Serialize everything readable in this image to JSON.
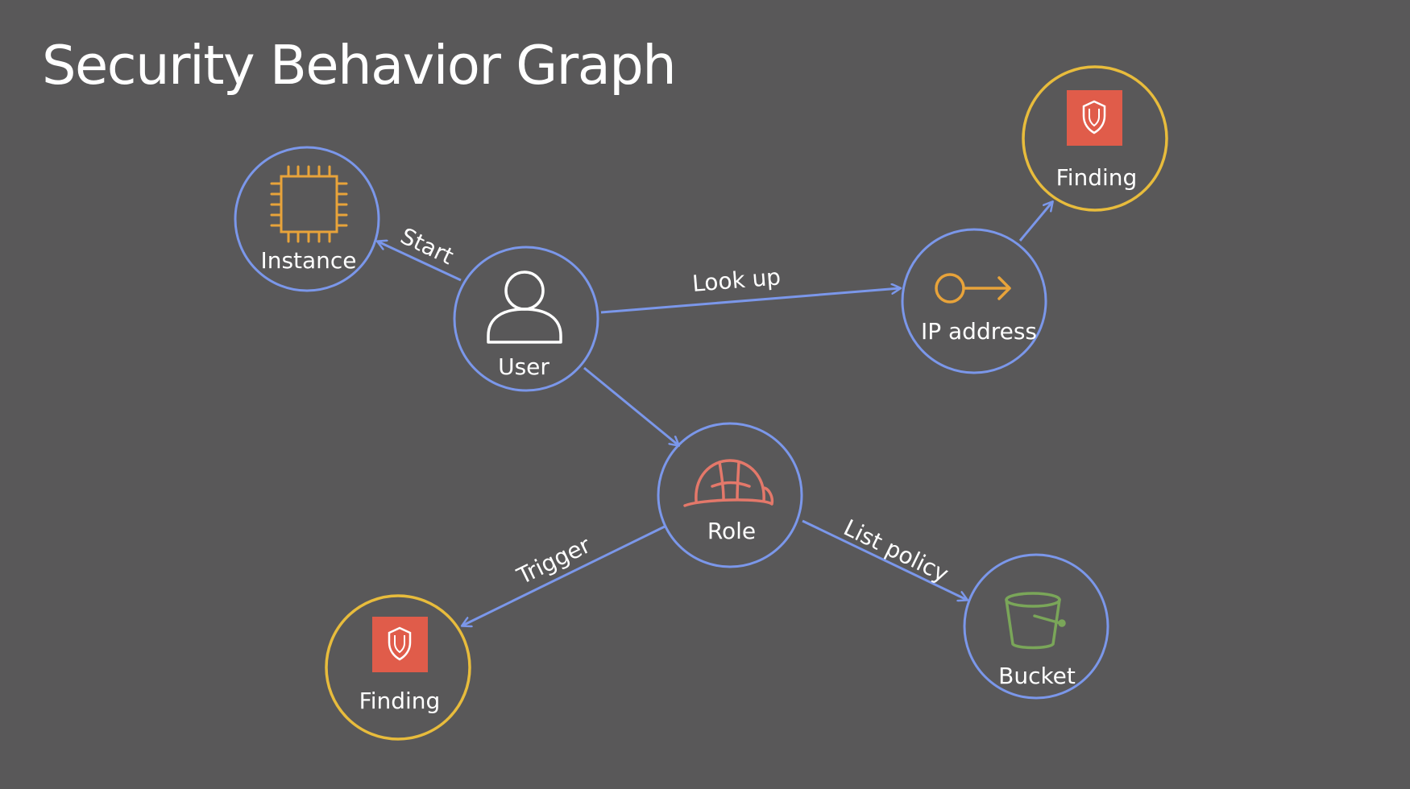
{
  "title": "Security Behavior Graph",
  "colors": {
    "background": "#595859",
    "entity_ring": "#7b97ea",
    "finding_ring": "#e8bc3c",
    "edge": "#7b97ea",
    "instance_icon": "#e8a33a",
    "key_icon": "#e8a33a",
    "finding_icon": "#e05c4a",
    "role_icon": "#e4786a",
    "bucket_icon": "#7aa659",
    "user_icon": "#ffffff"
  },
  "nodes": {
    "instance": {
      "label": "Instance",
      "icon": "chip-icon"
    },
    "user": {
      "label": "User",
      "icon": "user-icon"
    },
    "ip": {
      "label": "IP address",
      "icon": "key-icon"
    },
    "finding_top": {
      "label": "Finding",
      "icon": "shield-icon"
    },
    "role": {
      "label": "Role",
      "icon": "hardhat-icon"
    },
    "finding_bottom": {
      "label": "Finding",
      "icon": "shield-icon"
    },
    "bucket": {
      "label": "Bucket",
      "icon": "bucket-icon"
    }
  },
  "edges": {
    "start": {
      "label": "Start",
      "from": "user",
      "to": "instance"
    },
    "lookup": {
      "label": "Look up",
      "from": "user",
      "to": "ip"
    },
    "ip_finding": {
      "label": "",
      "from": "ip",
      "to": "finding_top"
    },
    "user_role": {
      "label": "",
      "from": "user",
      "to": "role"
    },
    "trigger": {
      "label": "Trigger",
      "from": "role",
      "to": "finding_bottom"
    },
    "list_policy": {
      "label": "List policy",
      "from": "role",
      "to": "bucket"
    }
  }
}
